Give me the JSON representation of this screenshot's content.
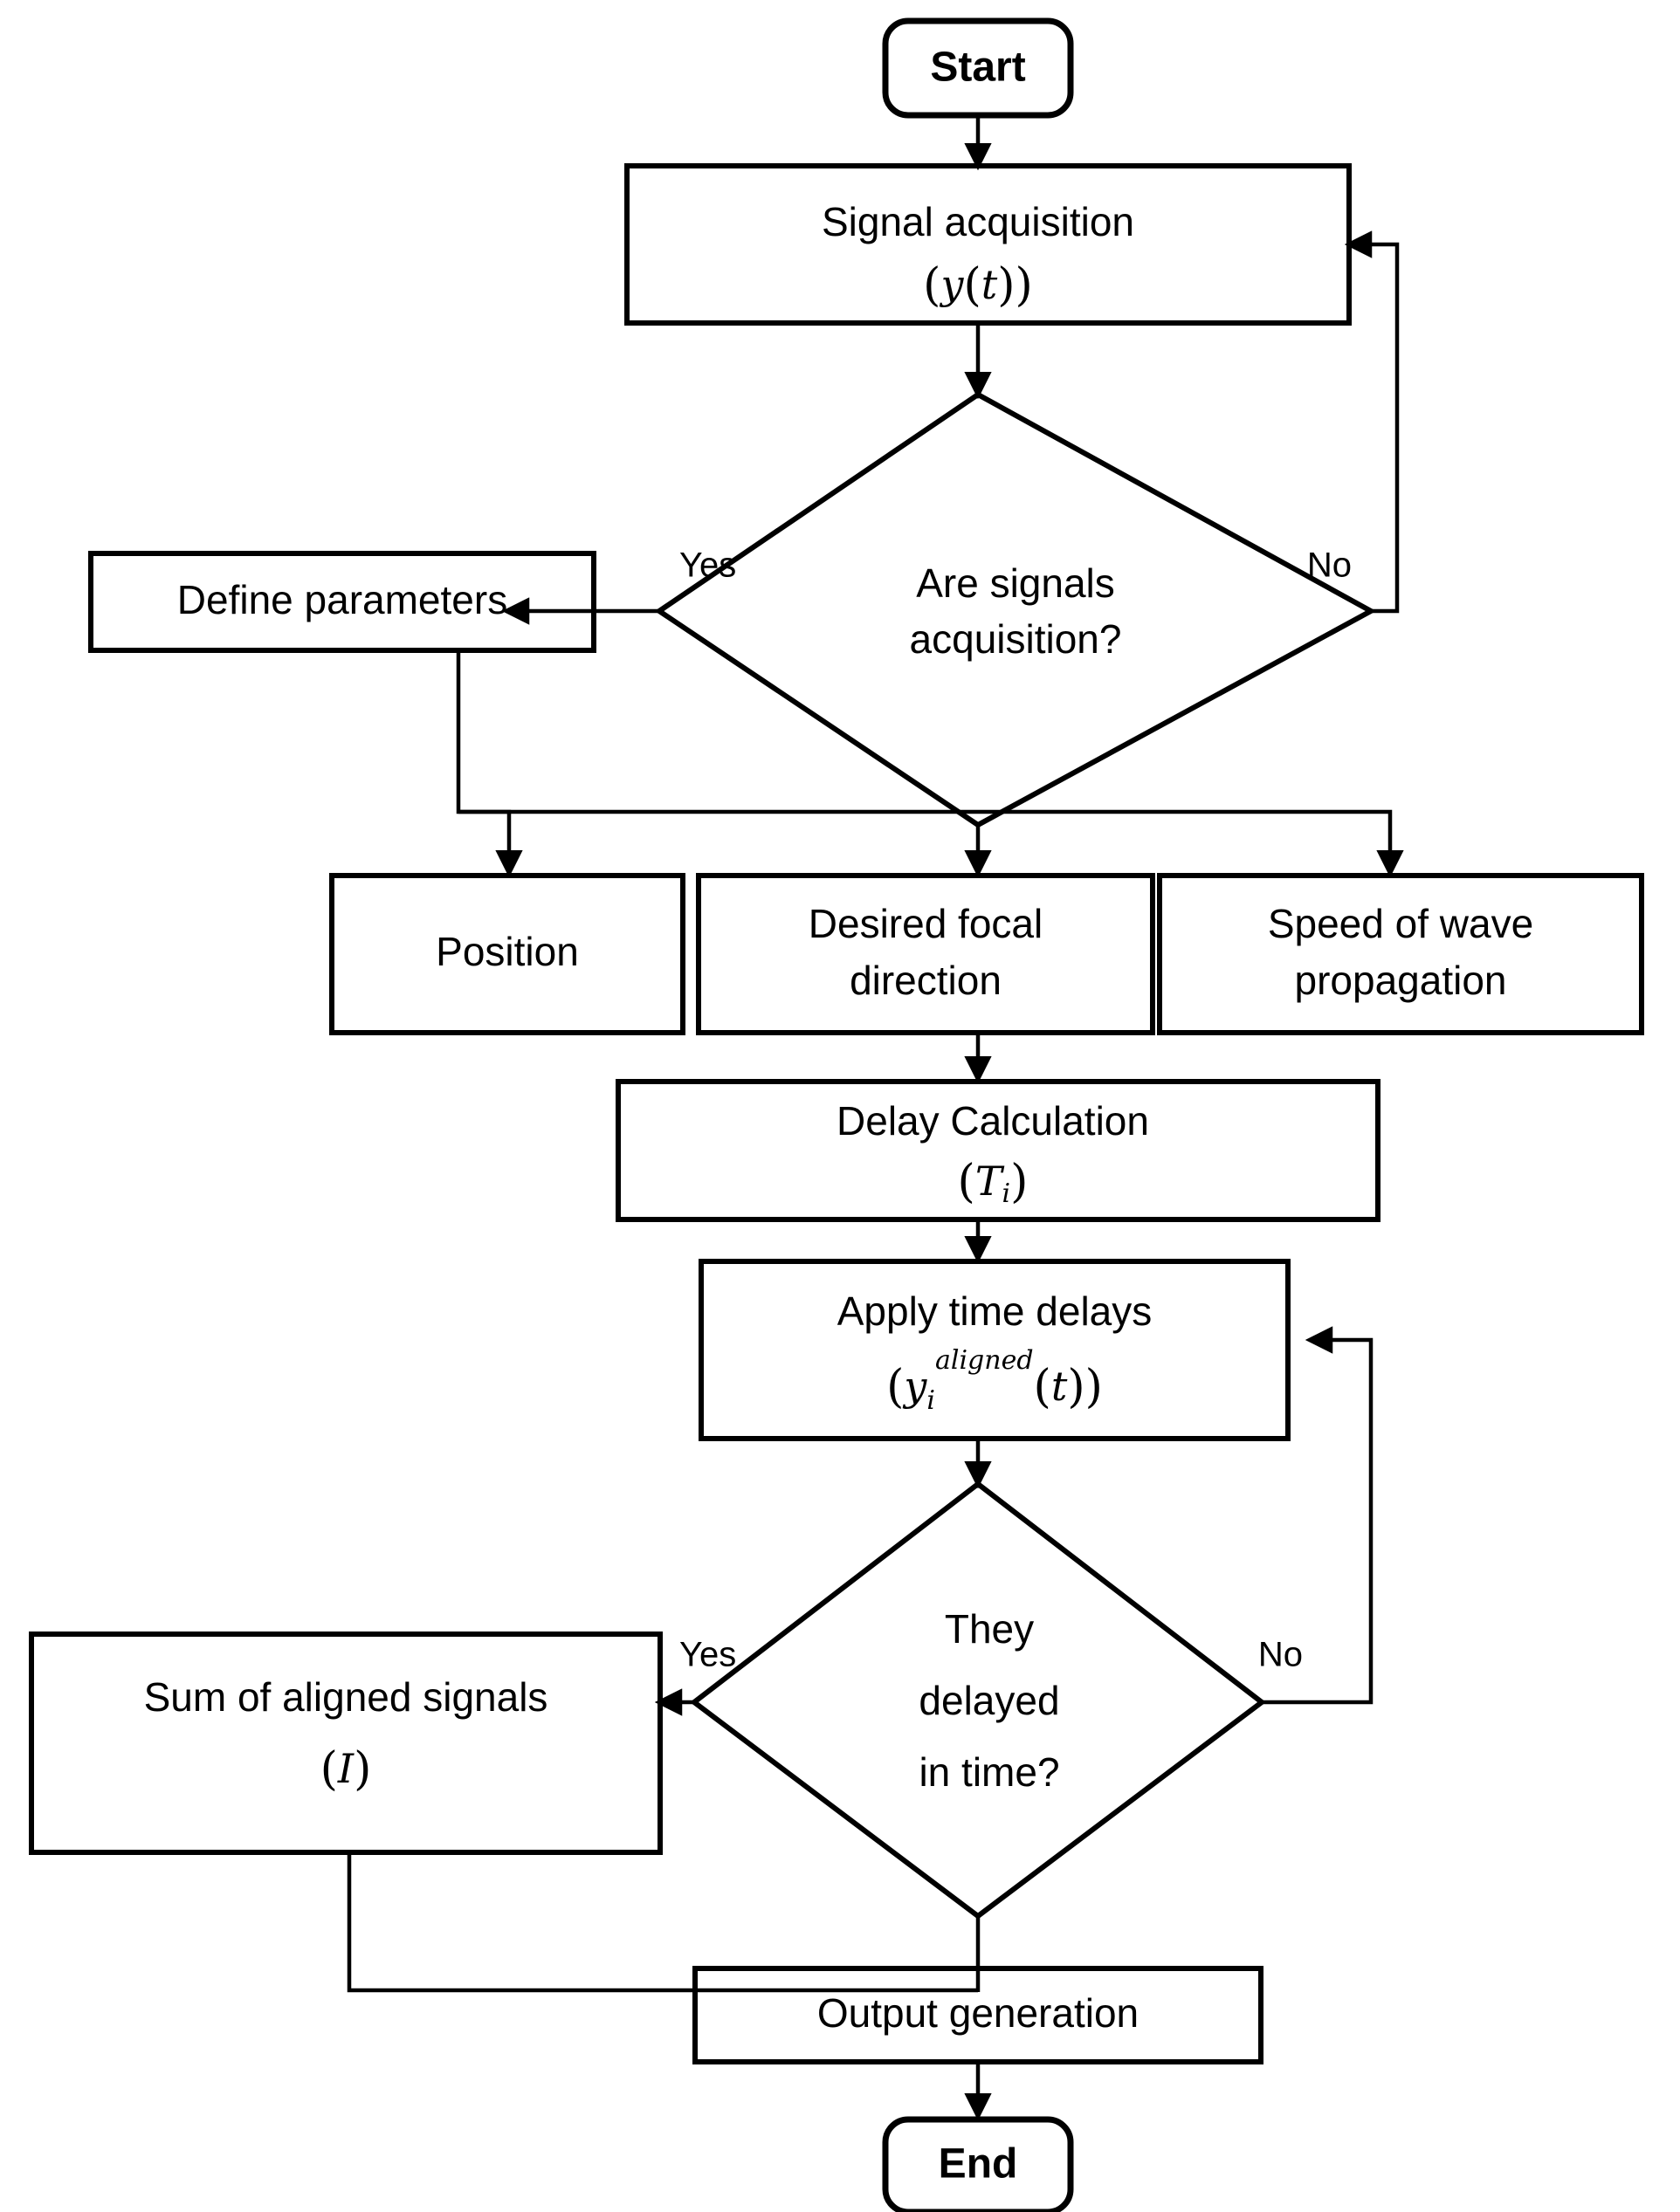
{
  "diagram": {
    "type": "flowchart",
    "title": "Beamforming delay-and-sum processing flowchart",
    "background_color": "#ffffff",
    "line_color": "#000000",
    "nodes": {
      "start": {
        "label": "Start",
        "shape": "terminal"
      },
      "signal_acquisition": {
        "label": "Signal acquisition",
        "formula": "(y(t))",
        "formula_parts": {
          "open": "(",
          "var": "y",
          "inner_open": "(",
          "arg": "t",
          "inner_close": ")",
          "close": ")"
        },
        "shape": "process"
      },
      "decision_acquisition": {
        "label_line1": "Are signals",
        "label_line2": "acquisition?",
        "shape": "decision",
        "yes_label": "Yes",
        "no_label": "No"
      },
      "define_parameters": {
        "label": "Define parameters",
        "shape": "process"
      },
      "position": {
        "label": "Position",
        "shape": "process"
      },
      "desired_focal_direction": {
        "label_line1": "Desired focal",
        "label_line2": "direction",
        "shape": "process"
      },
      "speed_of_wave_propagation": {
        "label_line1": "Speed of wave",
        "label_line2": "propagation",
        "shape": "process"
      },
      "delay_calculation": {
        "label": "Delay Calculation",
        "formula": "(T_i)",
        "formula_parts": {
          "open": "(",
          "var": "T",
          "sub": "i",
          "close": ")"
        },
        "shape": "process"
      },
      "apply_time_delays": {
        "label": "Apply time delays",
        "formula": "(y_i^aligned(t))",
        "formula_parts": {
          "open": "(",
          "var": "y",
          "sub": "i",
          "sup": "aligned",
          "inner_open": "(",
          "arg": "t",
          "inner_close": ")",
          "close": ")"
        },
        "shape": "process"
      },
      "decision_delayed": {
        "label_line1": "They",
        "label_line2": "delayed",
        "label_line3": "in time?",
        "shape": "decision",
        "yes_label": "Yes",
        "no_label": "No"
      },
      "sum_of_aligned_signals": {
        "label": "Sum of aligned signals",
        "formula": "(I)",
        "formula_parts": {
          "open": "(",
          "var": "I",
          "close": ")"
        },
        "shape": "process"
      },
      "output_generation": {
        "label": "Output generation",
        "shape": "process"
      },
      "end": {
        "label": "End",
        "shape": "terminal"
      }
    },
    "edges": [
      {
        "from": "start",
        "to": "signal_acquisition",
        "label": ""
      },
      {
        "from": "signal_acquisition",
        "to": "decision_acquisition",
        "label": ""
      },
      {
        "from": "decision_acquisition",
        "to": "define_parameters",
        "label": "Yes"
      },
      {
        "from": "decision_acquisition",
        "to": "signal_acquisition",
        "label": "No"
      },
      {
        "from": "define_parameters",
        "to": "position",
        "label": ""
      },
      {
        "from": "decision_acquisition",
        "to": "desired_focal_direction",
        "label": ""
      },
      {
        "from": "decision_acquisition",
        "to": "speed_of_wave_propagation",
        "label": ""
      },
      {
        "from": "desired_focal_direction",
        "to": "delay_calculation",
        "label": ""
      },
      {
        "from": "delay_calculation",
        "to": "apply_time_delays",
        "label": ""
      },
      {
        "from": "apply_time_delays",
        "to": "decision_delayed",
        "label": ""
      },
      {
        "from": "decision_delayed",
        "to": "sum_of_aligned_signals",
        "label": "Yes"
      },
      {
        "from": "decision_delayed",
        "to": "apply_time_delays",
        "label": "No"
      },
      {
        "from": "sum_of_aligned_signals",
        "to": "output_generation",
        "label": ""
      },
      {
        "from": "decision_delayed",
        "to": "output_generation",
        "label": ""
      },
      {
        "from": "output_generation",
        "to": "end",
        "label": ""
      }
    ]
  }
}
